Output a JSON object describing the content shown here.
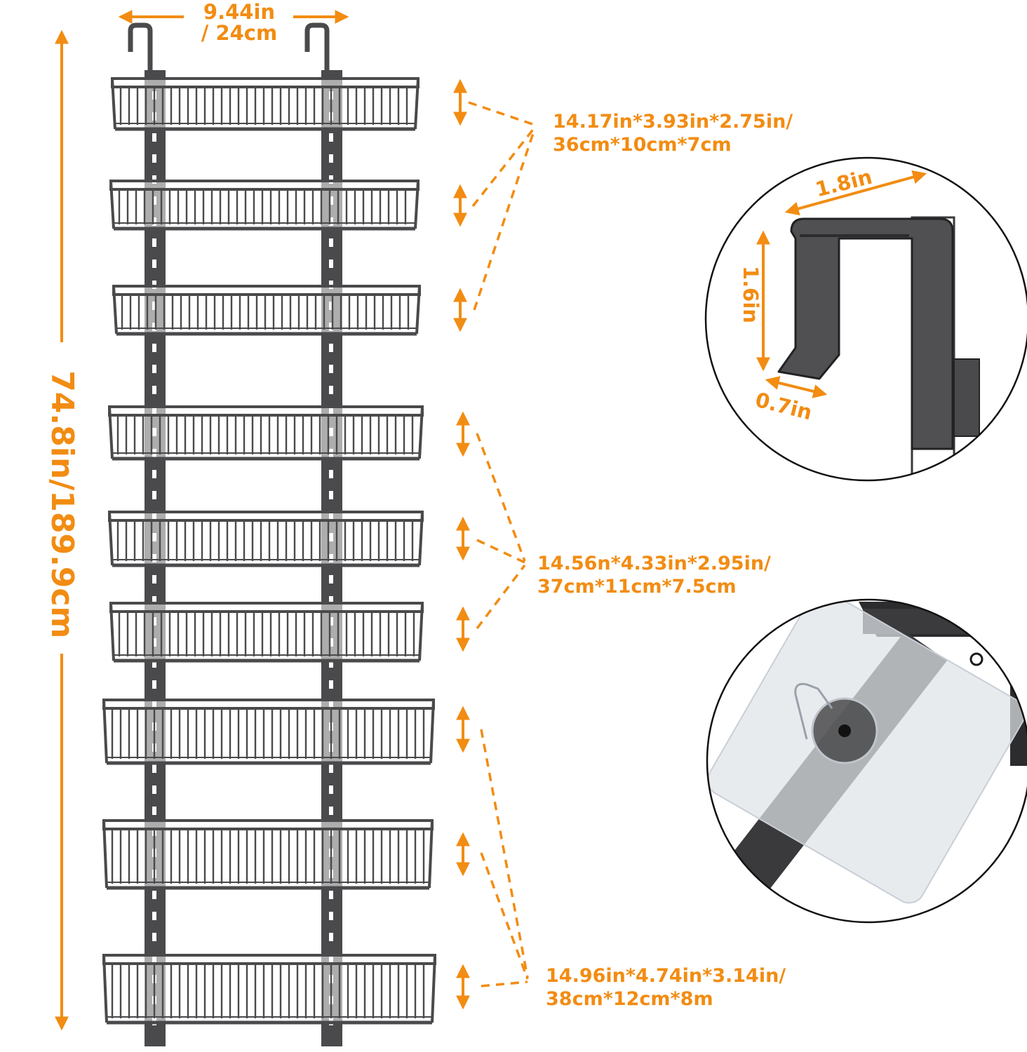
{
  "colors": {
    "accent": "#f28c12",
    "rack": "#4a4a4c",
    "rack_dark": "#2f2f31",
    "background": "#ffffff"
  },
  "overall": {
    "width_line1": "9.44in",
    "width_line2": "/ 24cm",
    "height": "74.8in/189.9cm"
  },
  "basket_groups": [
    {
      "line1": "14.17in*3.93in*2.75in/",
      "line2": "36cm*10cm*7cm",
      "count": 3
    },
    {
      "line1": "14.56n*4.33in*2.95in/",
      "line2": "37cm*11cm*7.5cm",
      "count": 3
    },
    {
      "line1": "14.96in*4.74in*3.14in/",
      "line2": "38cm*12cm*8m",
      "count": 3
    }
  ],
  "hook_detail": {
    "width": "1.8in",
    "height": "1.6in",
    "depth": "0.7in"
  },
  "adhesive_detail": {
    "icon": "adhesive-hook-plate-icon"
  }
}
